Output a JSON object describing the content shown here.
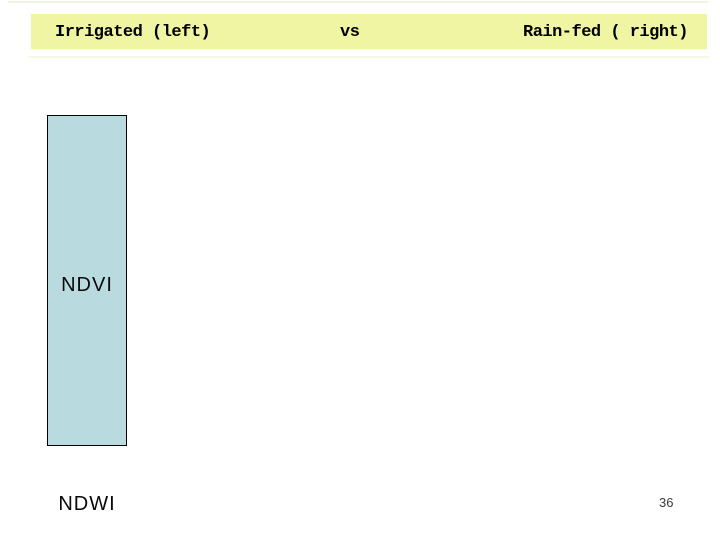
{
  "slide": {
    "header": {
      "left_label": "Irrigated (left)",
      "vs_label": "vs",
      "right_label": "Rain-fed ( right)",
      "background_color": "#EFF5A2",
      "text_color": "#000000"
    },
    "index_panel": {
      "top_label": "NDVI",
      "bottom_label": "NDWI",
      "fill_color": "#B9DBDF",
      "border_color": "#000000"
    },
    "page_number": "36"
  }
}
